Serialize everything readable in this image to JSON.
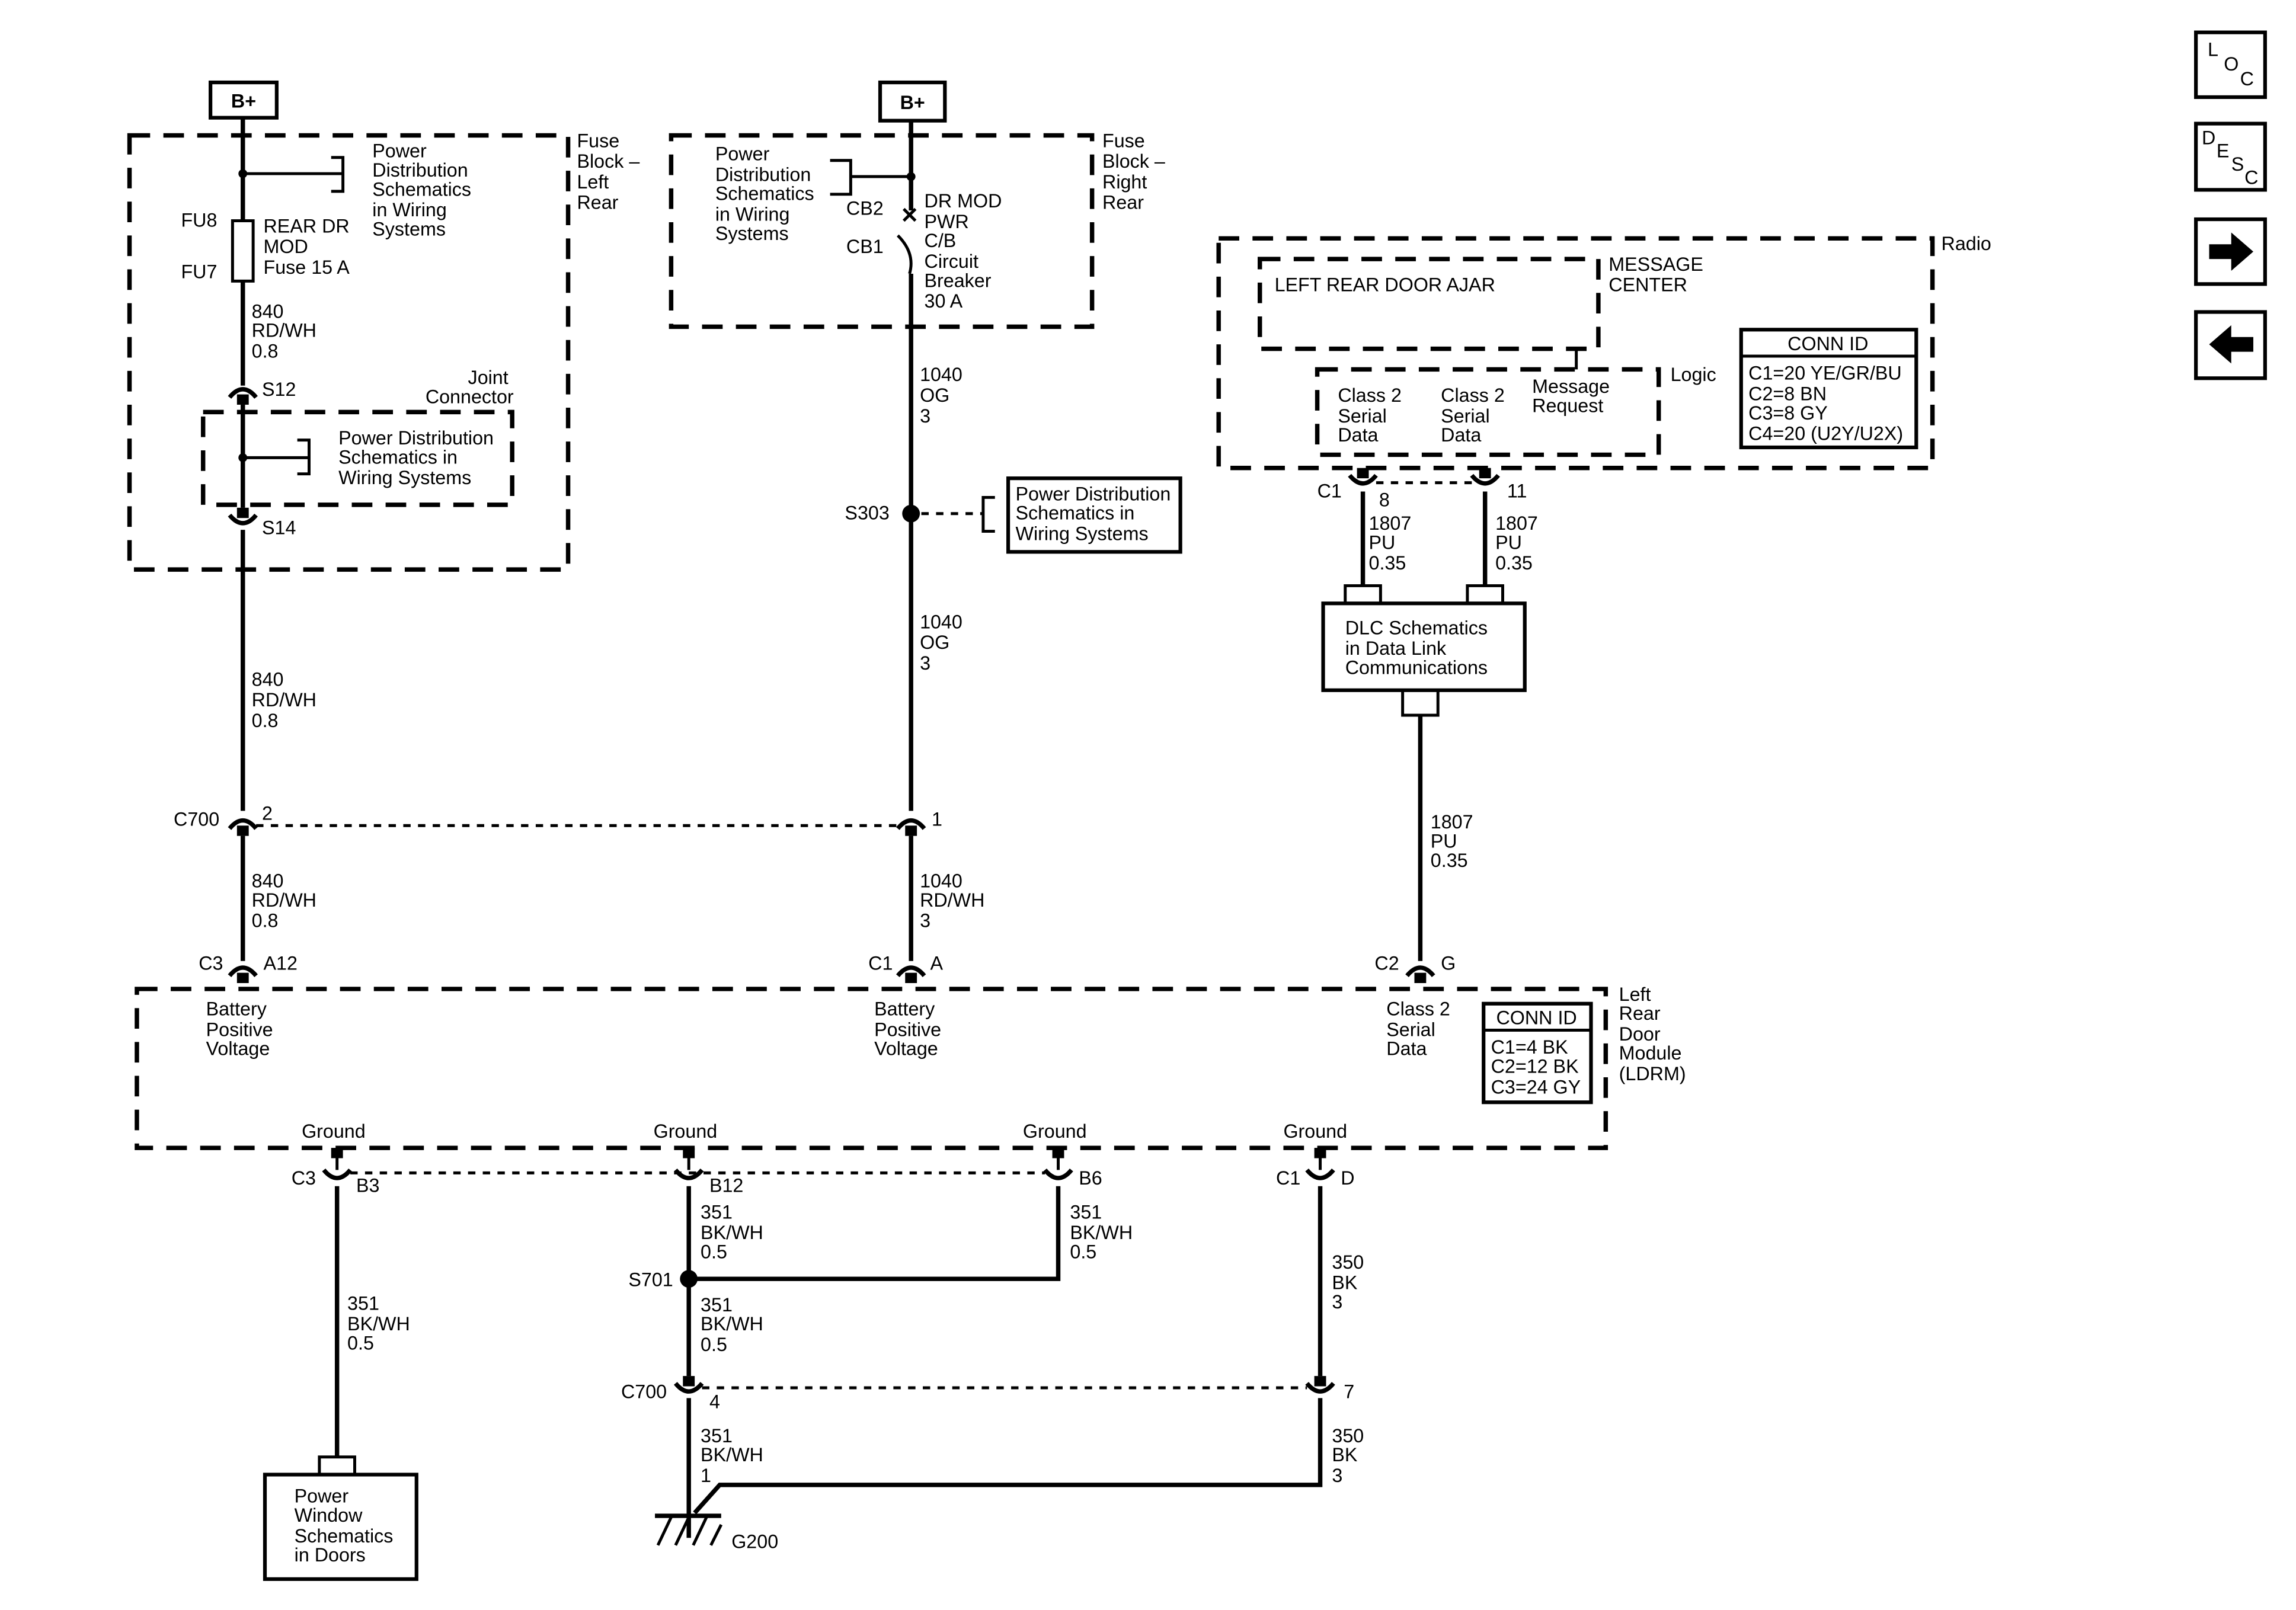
{
  "top": {
    "b_plus_left": "B+",
    "b_plus_mid": "B+"
  },
  "fuse_left": {
    "title": [
      "Fuse",
      "Block –",
      "Left",
      "Rear"
    ],
    "power_dist": [
      "Power",
      "Distribution",
      "Schematics",
      "in Wiring",
      "Systems"
    ],
    "fu8": "FU8",
    "fu7": "FU7",
    "fuse_desc": [
      "REAR DR",
      "MOD",
      "Fuse 15 A"
    ],
    "wire1": [
      "840",
      "RD/WH",
      "0.8"
    ],
    "s12": "S12",
    "joint": [
      "Joint",
      "Connector"
    ],
    "joint_pd": [
      "Power Distribution",
      "Schematics in",
      "Wiring Systems"
    ],
    "s14": "S14"
  },
  "fuse_right": {
    "title": [
      "Fuse",
      "Block –",
      "Right",
      "Rear"
    ],
    "power_dist": [
      "Power",
      "Distribution",
      "Schematics",
      "in Wiring",
      "Systems"
    ],
    "cb2": "CB2",
    "cb1": "CB1",
    "cb_desc": [
      "DR MOD",
      "PWR",
      "C/B",
      "Circuit",
      "Breaker",
      "30 A"
    ]
  },
  "mid_wires": {
    "w1040a": [
      "1040",
      "OG",
      "3"
    ],
    "s303": "S303",
    "s303_pd": [
      "Power Distribution",
      "Schematics in",
      "Wiring Systems"
    ],
    "w1040b": [
      "1040",
      "OG",
      "3"
    ],
    "w840b": [
      "840",
      "RD/WH",
      "0.8"
    ],
    "c700": "C700",
    "c700_pin_left": "2",
    "c700_pin_mid": "1",
    "w840c": [
      "840",
      "RD/WH",
      "0.8"
    ],
    "w1040c": [
      "1040",
      "RD/WH",
      "3"
    ]
  },
  "radio": {
    "title": "Radio",
    "message_center": [
      "MESSAGE",
      "CENTER"
    ],
    "door_ajar": "LEFT REAR DOOR AJAR",
    "logic": "Logic",
    "class2_a": [
      "Class 2",
      "Serial",
      "Data"
    ],
    "class2_b": [
      "Class 2",
      "Serial",
      "Data"
    ],
    "msg_request": [
      "Message",
      "Request"
    ],
    "conn_id_title": "CONN ID",
    "conn_id": [
      "C1=20 YE/GR/BU",
      "C2=8 BN",
      "C3=8 GY",
      "C4=20 (U2Y/U2X)"
    ],
    "c1": "C1",
    "pin8": "8",
    "pin11": "11",
    "w1807a": [
      "1807",
      "PU",
      "0.35"
    ],
    "w1807b": [
      "1807",
      "PU",
      "0.35"
    ],
    "dlc": [
      "DLC Schematics",
      "in Data Link",
      "Communications"
    ],
    "w1807c": [
      "1807",
      "PU",
      "0.35"
    ]
  },
  "ldrm": {
    "title": [
      "Left",
      "Rear",
      "Door",
      "Module",
      "(LDRM)"
    ],
    "c3": "C3",
    "a12": "A12",
    "c1": "C1",
    "a": "A",
    "c2": "C2",
    "g": "G",
    "bpv1": [
      "Battery",
      "Positive",
      "Voltage"
    ],
    "bpv2": [
      "Battery",
      "Positive",
      "Voltage"
    ],
    "class2": [
      "Class 2",
      "Serial",
      "Data"
    ],
    "conn_id_title": "CONN ID",
    "conn_id": [
      "C1=4 BK",
      "C2=12 BK",
      "C3=24 GY"
    ],
    "ground1": "Ground",
    "ground2": "Ground",
    "ground3": "Ground",
    "ground4": "Ground",
    "c3b": "C3",
    "b3": "B3",
    "b12": "B12",
    "b6": "B6",
    "c1b": "C1",
    "d": "D"
  },
  "bottom": {
    "w351a": [
      "351",
      "BK/WH",
      "0.5"
    ],
    "w351b": [
      "351",
      "BK/WH",
      "0.5"
    ],
    "w351c": [
      "351",
      "BK/WH",
      "0.5"
    ],
    "w351d": [
      "351",
      "BK/WH",
      "0.5"
    ],
    "s701": "S701",
    "w350a": [
      "350",
      "BK",
      "3"
    ],
    "c700": "C700",
    "pin4": "4",
    "pin7": "7",
    "w351e": [
      "351",
      "BK/WH",
      "1"
    ],
    "w350b": [
      "350",
      "BK",
      "3"
    ],
    "g200": "G200",
    "power_window": [
      "Power",
      "Window",
      "Schematics",
      "in Doors"
    ]
  },
  "nav": {
    "loc": [
      "L",
      "O",
      "C"
    ],
    "desc": [
      "D",
      "E",
      "S",
      "C"
    ]
  }
}
